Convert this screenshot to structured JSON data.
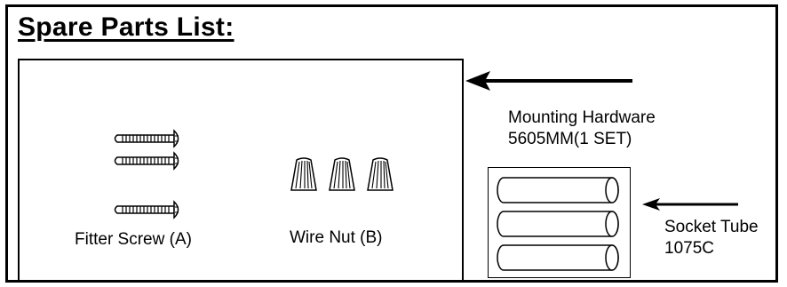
{
  "heading": "Spare Parts List:",
  "parts": {
    "fitter_screw_label": "Fitter Screw (A)",
    "wire_nut_label": "Wire Nut (B)"
  },
  "mounting_hardware": {
    "name": "Mounting Hardware",
    "code": "5605MM(1 SET)"
  },
  "socket_tube": {
    "name": "Socket Tube",
    "code": "1075C"
  },
  "icons": [
    "screw-icon",
    "wire-nut-icon",
    "socket-tube-icon",
    "arrow-left-icon"
  ],
  "colors": {
    "line": "#000000",
    "background": "#ffffff"
  }
}
